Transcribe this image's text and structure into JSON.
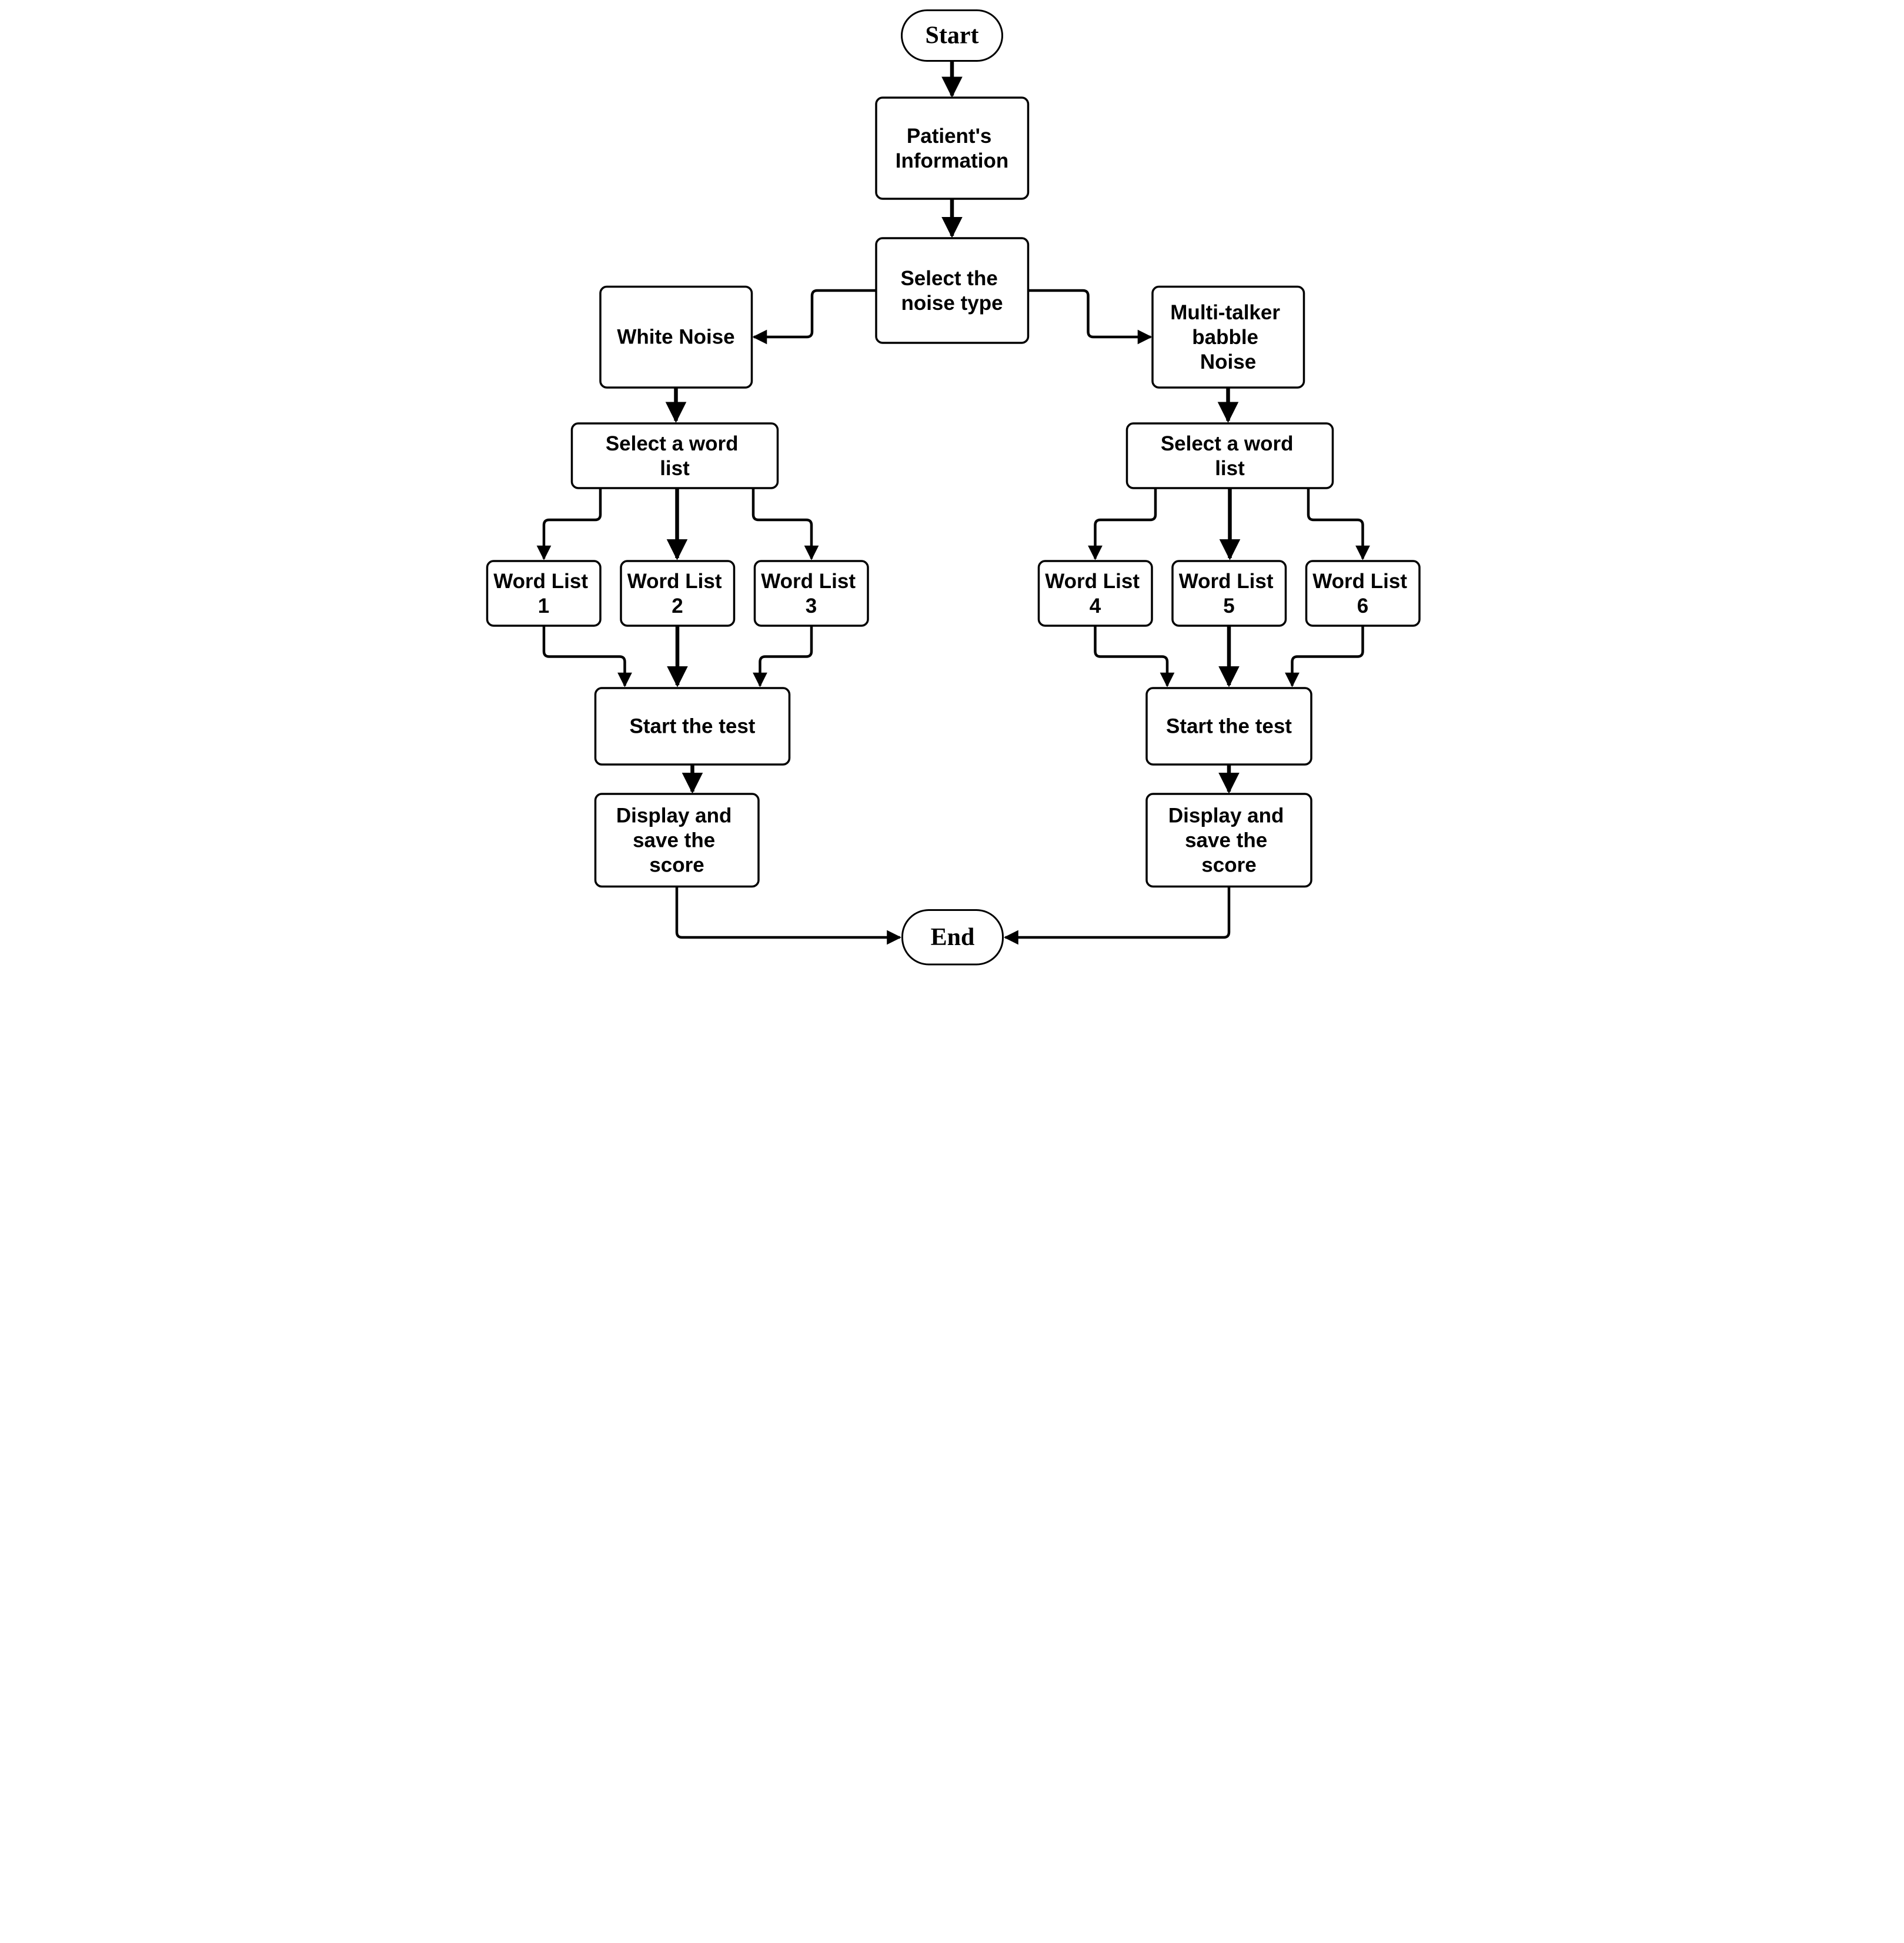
{
  "diagram": {
    "type": "flowchart",
    "colors": {
      "line": "#000000",
      "node_fill": "#ffffff",
      "text": "#000000",
      "background": "#ffffff"
    },
    "nodes": {
      "start": {
        "shape": "terminator",
        "lines": [
          "Start"
        ]
      },
      "patient_information": {
        "shape": "process",
        "lines": [
          "Patient's",
          "Information"
        ]
      },
      "select_noise_type": {
        "shape": "process",
        "lines": [
          "Select the",
          "noise type"
        ]
      },
      "white_noise": {
        "shape": "process",
        "lines": [
          "White Noise"
        ]
      },
      "multi_talker_babble_noise": {
        "shape": "process",
        "lines": [
          "Multi-talker",
          "babble",
          "Noise"
        ]
      },
      "select_word_list_left": {
        "shape": "process",
        "lines": [
          "Select a word",
          "list"
        ]
      },
      "select_word_list_right": {
        "shape": "process",
        "lines": [
          "Select a word",
          "list"
        ]
      },
      "word_list_1": {
        "shape": "process",
        "lines": [
          "Word List",
          "1"
        ]
      },
      "word_list_2": {
        "shape": "process",
        "lines": [
          "Word List",
          "2"
        ]
      },
      "word_list_3": {
        "shape": "process",
        "lines": [
          "Word List",
          "3"
        ]
      },
      "word_list_4": {
        "shape": "process",
        "lines": [
          "Word List",
          "4"
        ]
      },
      "word_list_5": {
        "shape": "process",
        "lines": [
          "Word List",
          "5"
        ]
      },
      "word_list_6": {
        "shape": "process",
        "lines": [
          "Word List",
          "6"
        ]
      },
      "start_test_left": {
        "shape": "process",
        "lines": [
          "Start the test"
        ]
      },
      "start_test_right": {
        "shape": "process",
        "lines": [
          "Start the test"
        ]
      },
      "display_save_left": {
        "shape": "process",
        "lines": [
          "Display and",
          "save the",
          "score"
        ]
      },
      "display_save_right": {
        "shape": "process",
        "lines": [
          "Display and",
          "save the",
          "score"
        ]
      },
      "end": {
        "shape": "terminator",
        "lines": [
          "End"
        ]
      }
    },
    "edges": [
      {
        "from": "start",
        "to": "patient_information"
      },
      {
        "from": "patient_information",
        "to": "select_noise_type"
      },
      {
        "from": "select_noise_type",
        "to": "white_noise"
      },
      {
        "from": "select_noise_type",
        "to": "multi_talker_babble_noise"
      },
      {
        "from": "white_noise",
        "to": "select_word_list_left"
      },
      {
        "from": "multi_talker_babble_noise",
        "to": "select_word_list_right"
      },
      {
        "from": "select_word_list_left",
        "to": "word_list_1"
      },
      {
        "from": "select_word_list_left",
        "to": "word_list_2"
      },
      {
        "from": "select_word_list_left",
        "to": "word_list_3"
      },
      {
        "from": "select_word_list_right",
        "to": "word_list_4"
      },
      {
        "from": "select_word_list_right",
        "to": "word_list_5"
      },
      {
        "from": "select_word_list_right",
        "to": "word_list_6"
      },
      {
        "from": "word_list_1",
        "to": "start_test_left"
      },
      {
        "from": "word_list_2",
        "to": "start_test_left"
      },
      {
        "from": "word_list_3",
        "to": "start_test_left"
      },
      {
        "from": "word_list_4",
        "to": "start_test_right"
      },
      {
        "from": "word_list_5",
        "to": "start_test_right"
      },
      {
        "from": "word_list_6",
        "to": "start_test_right"
      },
      {
        "from": "start_test_left",
        "to": "display_save_left"
      },
      {
        "from": "start_test_right",
        "to": "display_save_right"
      },
      {
        "from": "display_save_left",
        "to": "end"
      },
      {
        "from": "display_save_right",
        "to": "end"
      }
    ]
  }
}
